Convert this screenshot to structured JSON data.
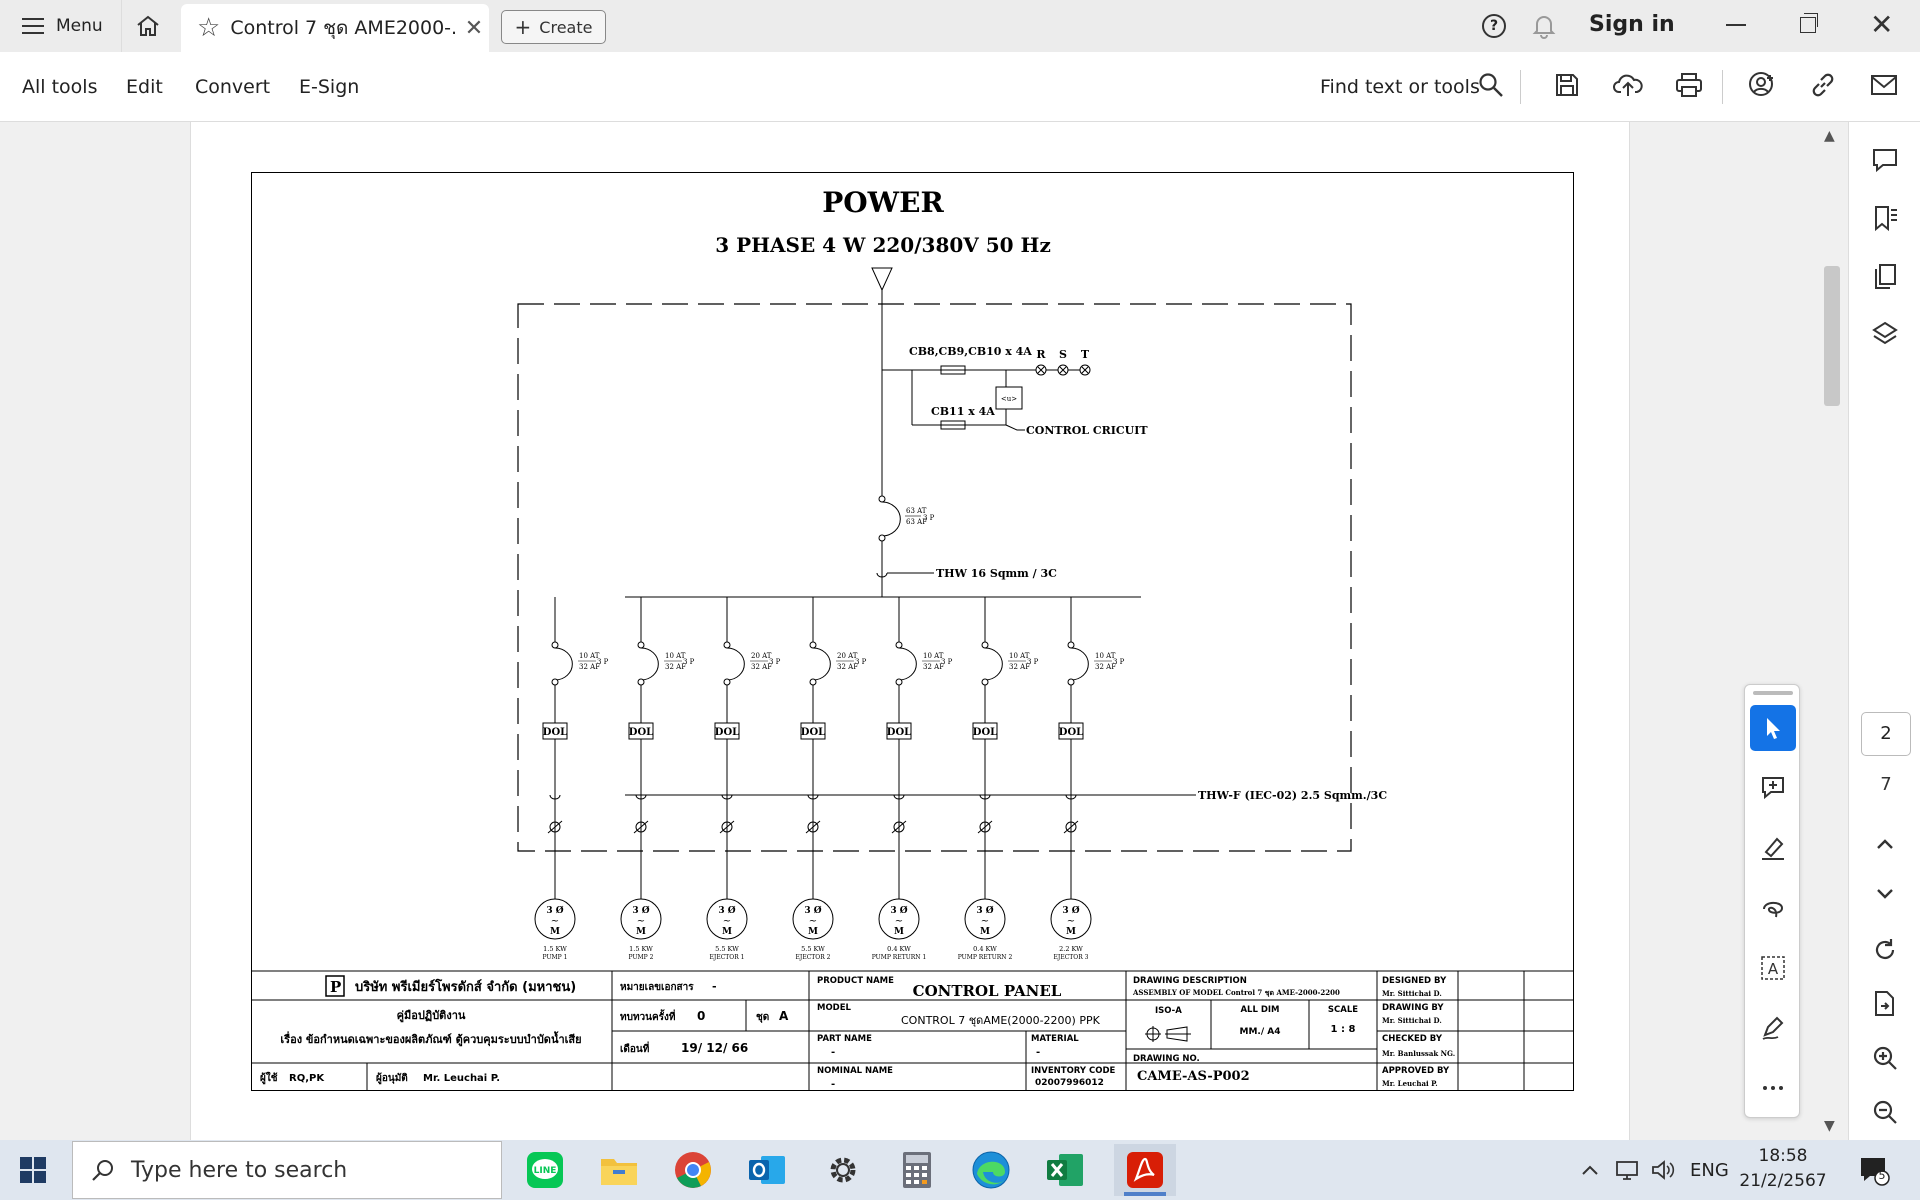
{
  "titlebar": {
    "menu_label": "Menu",
    "tab_title": "Control 7 ชุด AME2000-...",
    "create_label": "Create",
    "sign_in_label": "Sign in"
  },
  "toolbar": {
    "all_tools": "All tools",
    "edit": "Edit",
    "convert": "Convert",
    "esign": "E-Sign",
    "find_text": "Find text or tools"
  },
  "drawing": {
    "title": "POWER",
    "subtitle": "3 PHASE  4 W 220/380V 50 Hz",
    "cb_label": "CB8,CB9,CB10 x 4A",
    "rst": [
      "R",
      "S",
      "T"
    ],
    "cb11_label": "CB11 x 4A",
    "control_label": "CONTROL CRICUIT",
    "main_breaker_top": "63 AT",
    "main_breaker_bottom": "63 AF",
    "main_breaker_poles": "3 P",
    "thw_label": "THW 16 Sqmm / 3C",
    "thwf_label": "THW-F (IEC-02) 2.5 Sqmm./3C",
    "branches": [
      {
        "at": "10 AT",
        "af": "32 AF",
        "p": "3 P",
        "starter": "DOL",
        "kw": "1.5 KW",
        "name": "PUMP 1"
      },
      {
        "at": "10 AT",
        "af": "32 AF",
        "p": "3 P",
        "starter": "DOL",
        "kw": "1.5 KW",
        "name": "PUMP 2"
      },
      {
        "at": "20 AT",
        "af": "32 AF",
        "p": "3 P",
        "starter": "DOL",
        "kw": "5.5 KW",
        "name": "EJECTOR 1"
      },
      {
        "at": "20 AT",
        "af": "32 AF",
        "p": "3 P",
        "starter": "DOL",
        "kw": "5.5 KW",
        "name": "EJECTOR 2"
      },
      {
        "at": "10 AT",
        "af": "32 AF",
        "p": "3 P",
        "starter": "DOL",
        "kw": "0.4 KW",
        "name": "PUMP RETURN 1"
      },
      {
        "at": "10 AT",
        "af": "32 AF",
        "p": "3 P",
        "starter": "DOL",
        "kw": "0.4 KW",
        "name": "PUMP RETURN 2"
      },
      {
        "at": "10 AT",
        "af": "32 AF",
        "p": "3 P",
        "starter": "DOL",
        "kw": "2.2 KW",
        "name": "EJECTOR 3"
      }
    ],
    "motor_top": "3 Ø",
    "motor_mid": "~",
    "motor_bottom": "M"
  },
  "titleblock": {
    "company": "บริษัท พรีเมียร์โพรดักส์ จำกัด (มหาชน)",
    "manual": "คู่มือปฏิบัติงาน",
    "subject": "เรื่อง ข้อกำหนดเฉพาะของผลิตภัณฑ์ ตู้ควบคุมระบบบำบัดน้ำเสีย",
    "doc_no_label": "หมายเลขเอกสาร",
    "doc_no_value": "-",
    "rev_label": "ทบทวนครั้งที่",
    "rev_value": "0",
    "set_label": "ชุด",
    "set_value": "A",
    "date_label": "เดือนที่",
    "date_value": "19/ 12/ 66",
    "user_label": "ผู้ใช้",
    "user_value": "RQ,PK",
    "approver_label": "ผู้อนุมัติ",
    "approver_value": "Mr. Leuchai P.",
    "product_name_label": "PRODUCT NAME",
    "product_name_value": "CONTROL PANEL",
    "model_label": "MODEL",
    "model_value": "CONTROL 7 ชุดAME(2000-2200) PPK",
    "part_name_label": "PART NAME",
    "part_name_value": "-",
    "material_label": "MATERIAL",
    "material_value": "-",
    "nominal_name_label": "NOMINAL NAME",
    "nominal_name_value": "-",
    "inventory_code_label": "INVENTORY CODE",
    "inventory_code_value": "02007996012",
    "drawing_desc_label": "DRAWING DESCRIPTION",
    "drawing_desc_value": "ASSEMBLY OF MODEL Control 7 ชุด AME-2000-2200",
    "iso_label": "ISO-A",
    "all_dim_label": "ALL DIM",
    "all_dim_value": "MM./ A4",
    "scale_label": "SCALE",
    "scale_value": "1 : 8",
    "drawing_no_label": "DRAWING NO.",
    "drawing_no_value": "CAME-AS-P002",
    "designed_by_label": "DESIGNED BY",
    "designed_by_value": "Mr. Sittichai D.",
    "drawing_by_label": "DRAWING BY",
    "drawing_by_value": "Mr. Sittichai D.",
    "checked_by_label": "CHECKED BY",
    "checked_by_value": "Mr. Banlussak NG.",
    "approved_by_label": "APPROVED BY",
    "approved_by_value": "Mr. Leuchai P."
  },
  "rightrail": {
    "page_current": "2",
    "page_total": "7"
  },
  "taskbar": {
    "search_placeholder": "Type here to search",
    "language": "ENG",
    "time": "18:58",
    "date": "21/2/2567",
    "notification_count": "5"
  }
}
